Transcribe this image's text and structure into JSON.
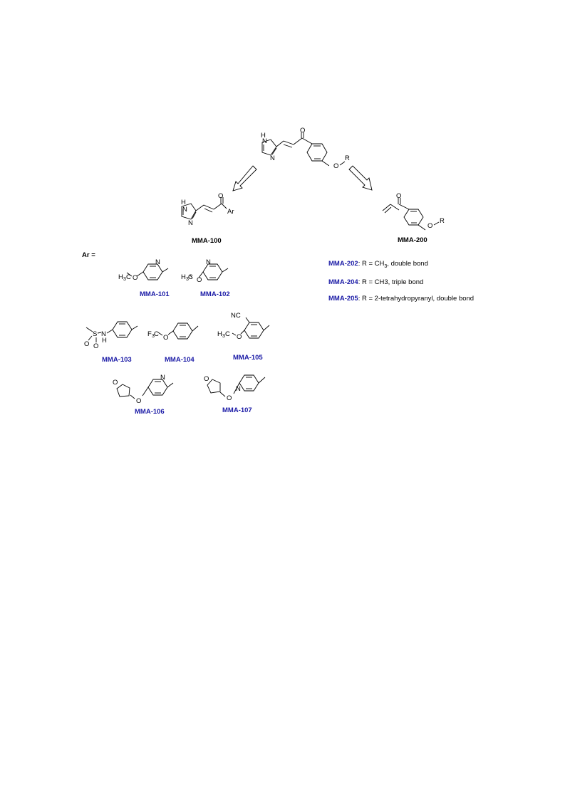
{
  "scheme": {
    "ar_label": "Ar =",
    "series": {
      "mma100_label": "MMA-100",
      "mma200_label": "MMA-200"
    },
    "compounds": {
      "c101": "MMA-101",
      "c102": "MMA-102",
      "c103": "MMA-103",
      "c104": "MMA-104",
      "c105": "MMA-105",
      "c106": "MMA-106",
      "c107": "MMA-107"
    },
    "variants": [
      {
        "id": "MMA-202",
        "text": ": R = CH",
        "sub": "3",
        "rest": ", double bond"
      },
      {
        "id": "MMA-204",
        "text": ": R = CH3, triple bond",
        "sub": "",
        "rest": ""
      },
      {
        "id": "MMA-205",
        "text": ": R = 2-tetrahydropyranyl, double bond",
        "sub": "",
        "rest": ""
      }
    ]
  }
}
